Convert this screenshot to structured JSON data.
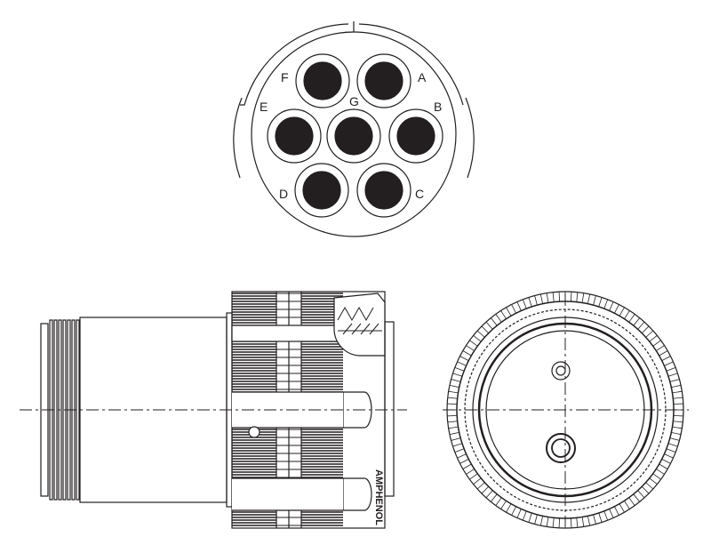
{
  "title": "Circular connector technical drawing",
  "face_view": {
    "pins": [
      {
        "label": "F"
      },
      {
        "label": "A"
      },
      {
        "label": "E"
      },
      {
        "label": "G"
      },
      {
        "label": "B"
      },
      {
        "label": "D"
      },
      {
        "label": "C"
      }
    ]
  },
  "side_view": {
    "brand_marking": "AMPHENOL"
  },
  "colors": {
    "line": "#231f20",
    "background": "#ffffff"
  }
}
